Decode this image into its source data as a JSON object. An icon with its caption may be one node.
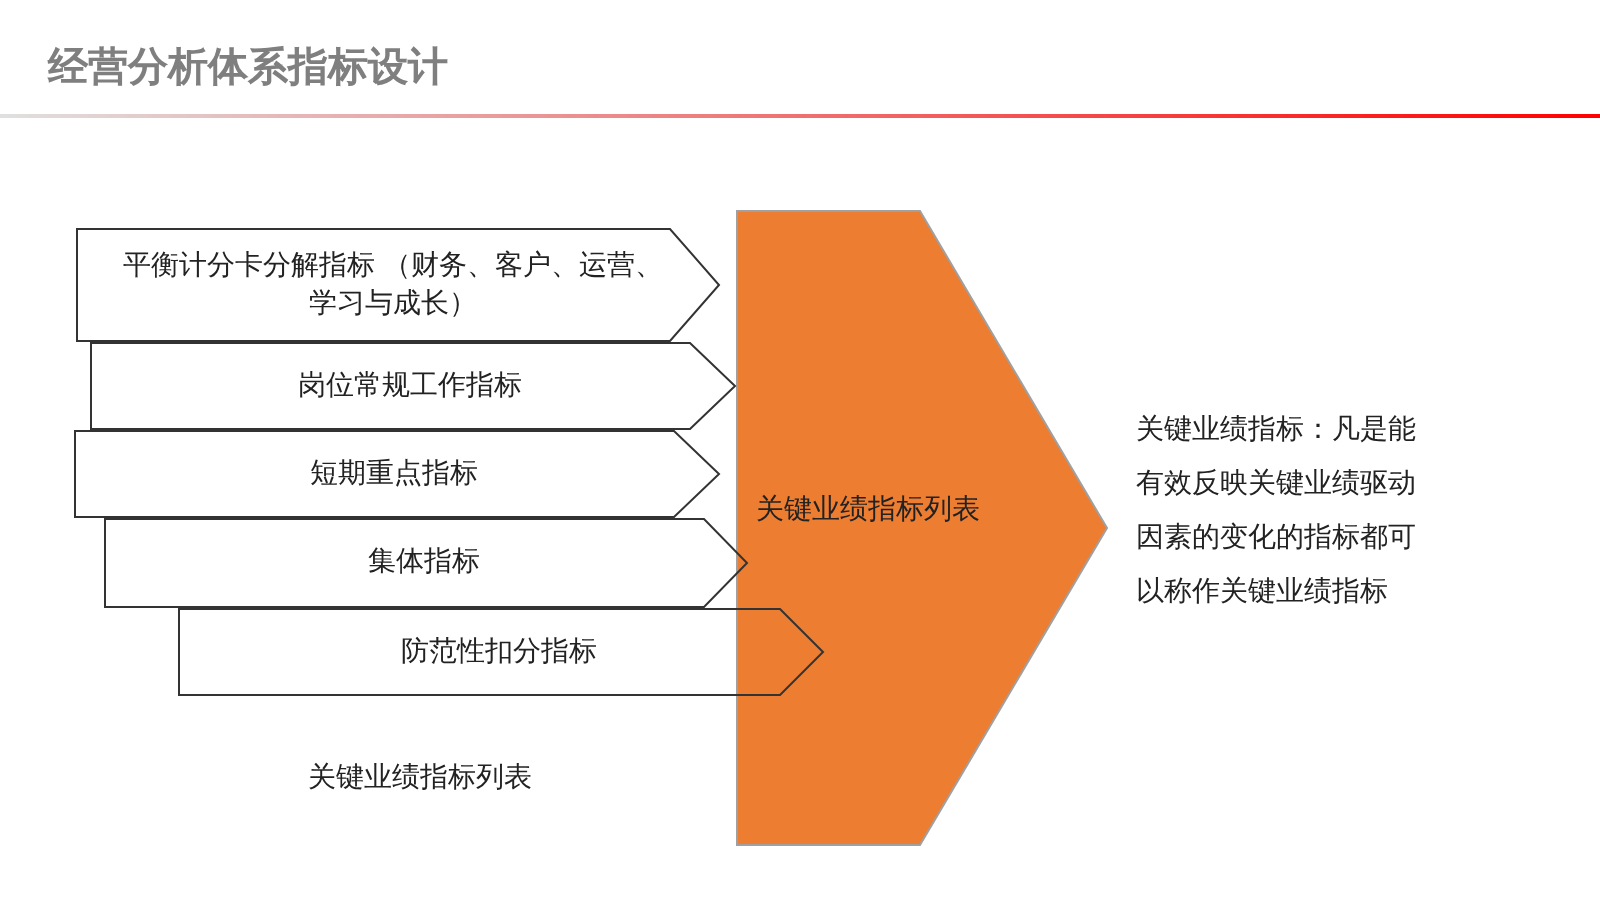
{
  "diagram": {
    "title": "经营分析体系指标设计",
    "nodes": [
      {
        "text": [
          "平衡计分卡分解指标 （财务、客户、运营、学习与成长）"
        ]
      },
      {
        "text": [
          "岗位常规工作指标"
        ]
      },
      {
        "text": [
          "短期重点指标"
        ]
      },
      {
        "text": [
          "集体指标"
        ]
      },
      {
        "text": [
          "防范性扣分指标"
        ]
      },
      {
        "text": [
          "关键业绩指标列表"
        ]
      }
    ],
    "labels": [
      "关键业绩指标列表",
      "关键业绩指标：凡是能有效反映关键业绩驱动因素的变化的指标都可以称作关键业绩指标"
    ]
  }
}
